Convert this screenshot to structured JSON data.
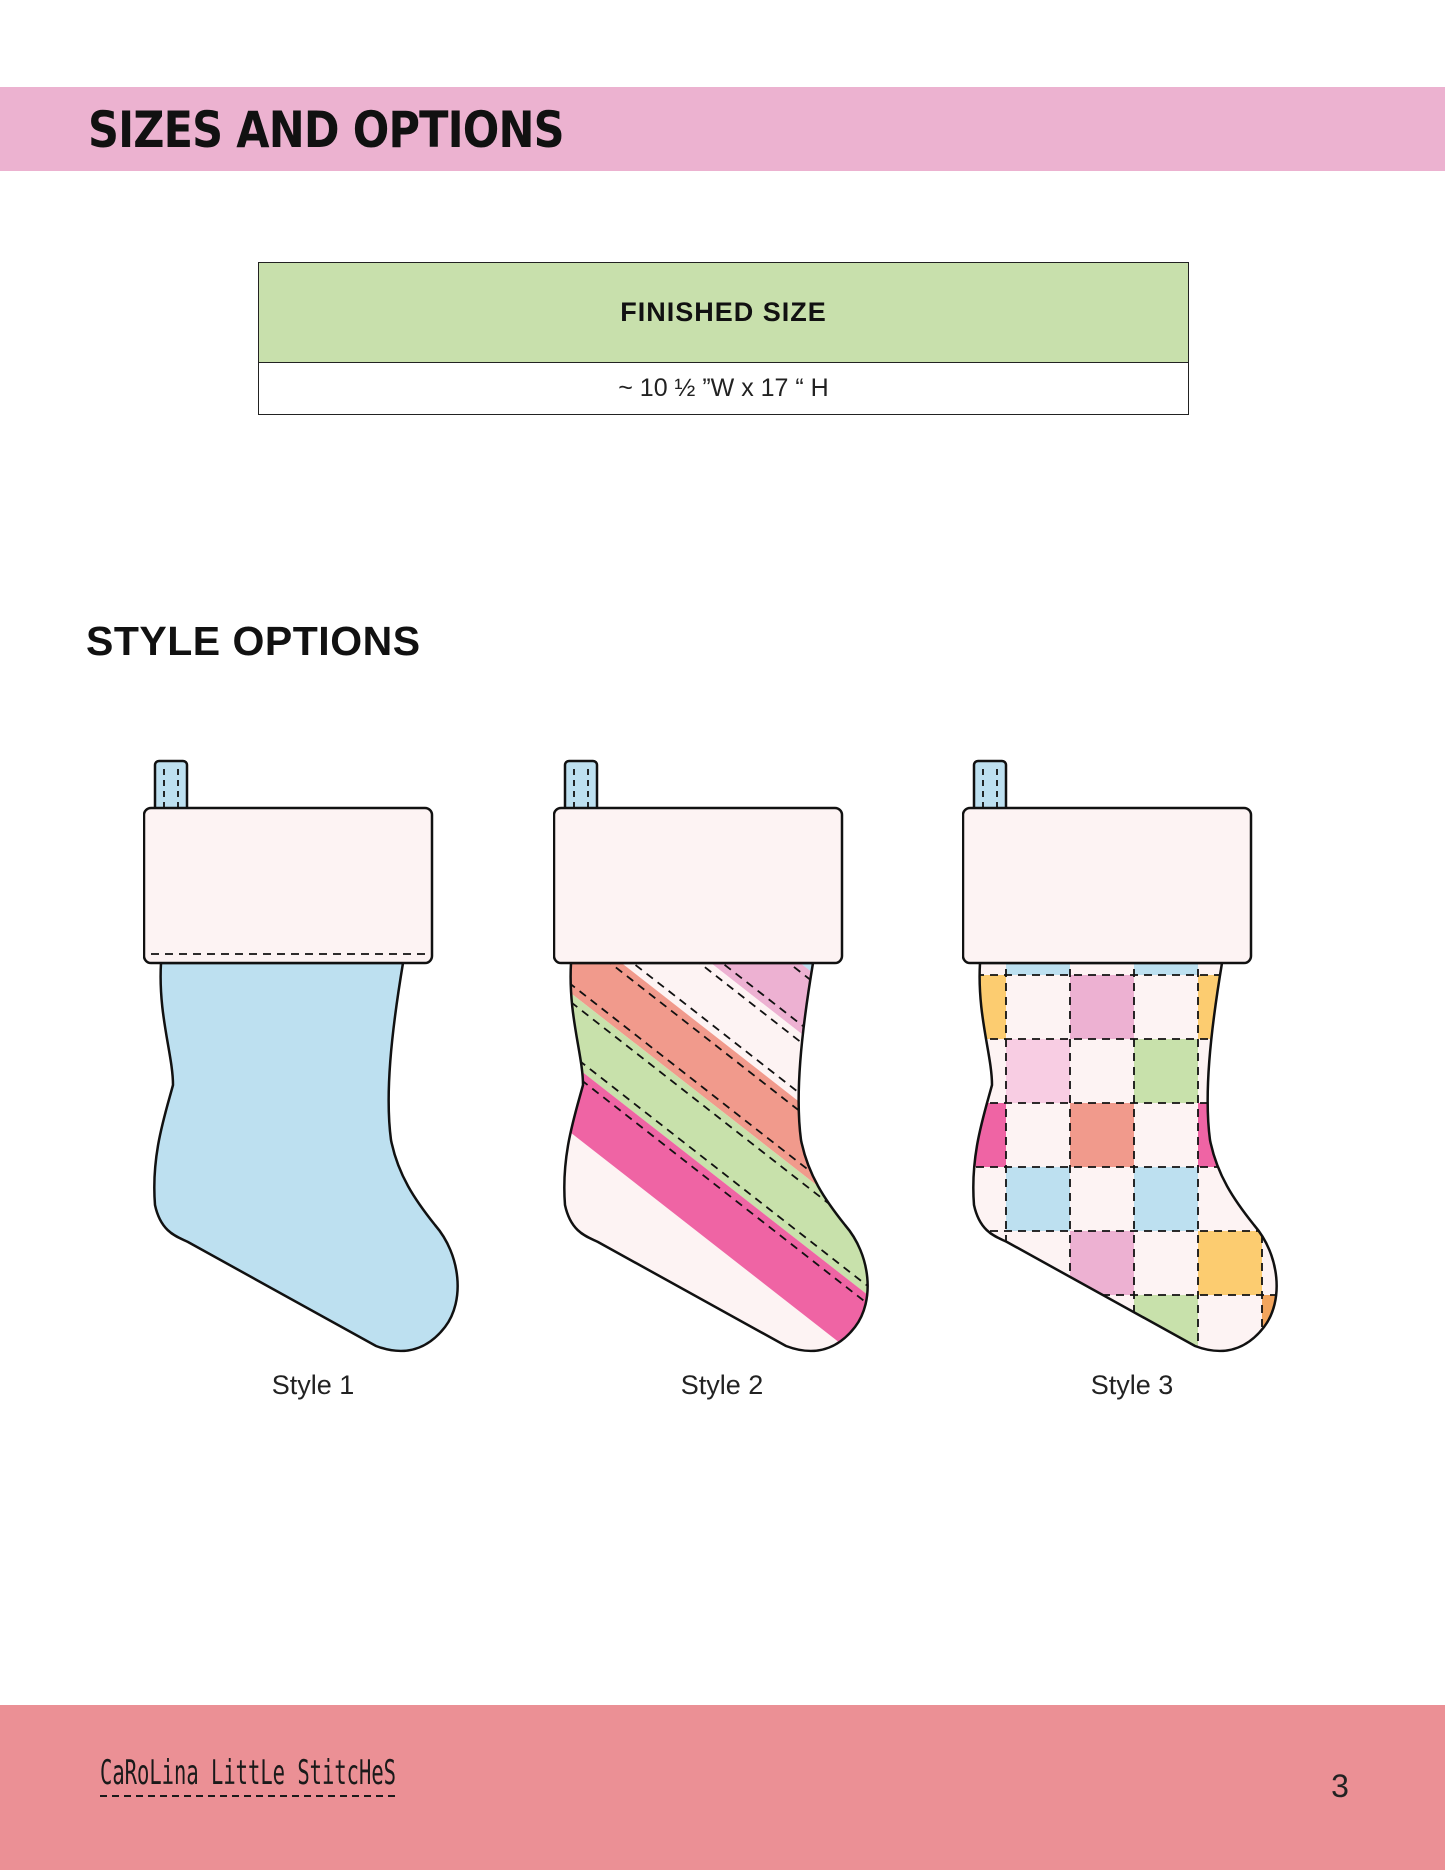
{
  "header": {
    "title": "SIZES AND OPTIONS"
  },
  "size_table": {
    "heading": "FINISHED SIZE",
    "value": "~ 10 ½ ”W x 17 “ H"
  },
  "style_section": {
    "heading": "STYLE OPTIONS",
    "styles": [
      {
        "label": "Style 1"
      },
      {
        "label": "Style 2"
      },
      {
        "label": "Style 3"
      }
    ]
  },
  "colors": {
    "header_band": "#ecb2d0",
    "table_header": "#c8e0ac",
    "footer_band": "#eb9095",
    "cuff": "#fdf3f3",
    "light_blue": "#bde0f0",
    "pink": "#edb1d2",
    "salmon": "#f19a8c",
    "green": "#c8e1ab",
    "hot_pink": "#ef64a4",
    "yellow": "#fccc70",
    "orange": "#f2a55d",
    "light_pink": "#f8cde3"
  },
  "footer": {
    "brand": "Carolina Little Stitches",
    "page_number": "3"
  }
}
